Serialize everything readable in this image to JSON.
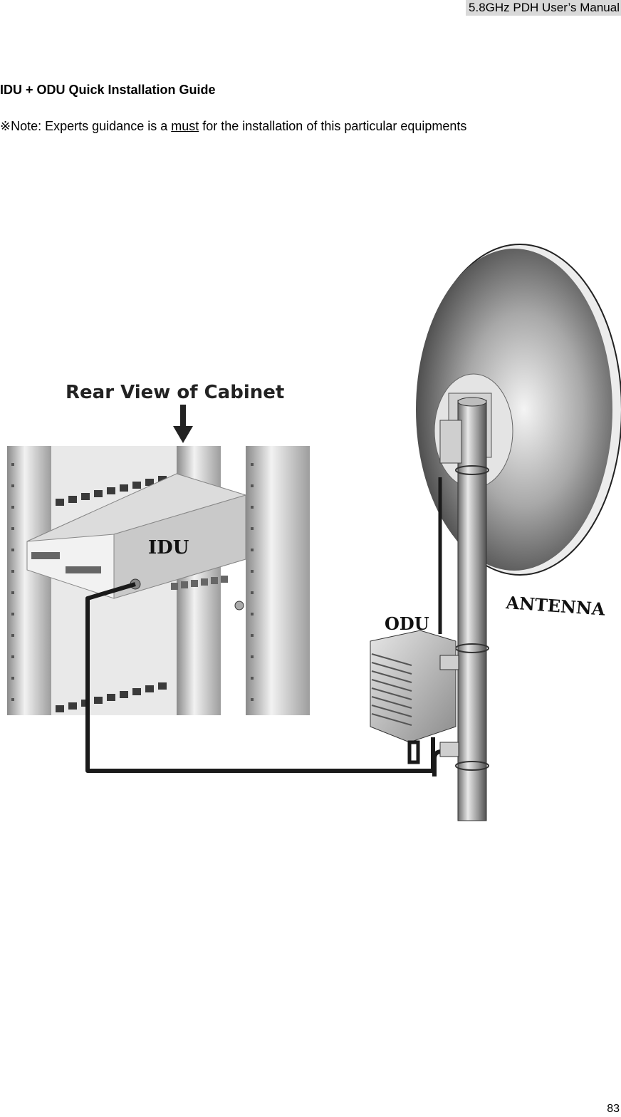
{
  "header": {
    "manual_title": "5.8GHz PDH User’s Manual"
  },
  "section": {
    "title": "IDU + ODU Quick Installation Guide",
    "note_mark": "※",
    "note_prefix": "Note: Experts guidance is a ",
    "note_emphasis": "must",
    "note_suffix": " for the installation of this particular equipments"
  },
  "figure": {
    "cabinet_label": "Rear View of Cabinet",
    "idu_label": "IDU",
    "odu_label": "ODU",
    "antenna_label": "ANTENNA"
  },
  "footer": {
    "page_number": "83"
  }
}
